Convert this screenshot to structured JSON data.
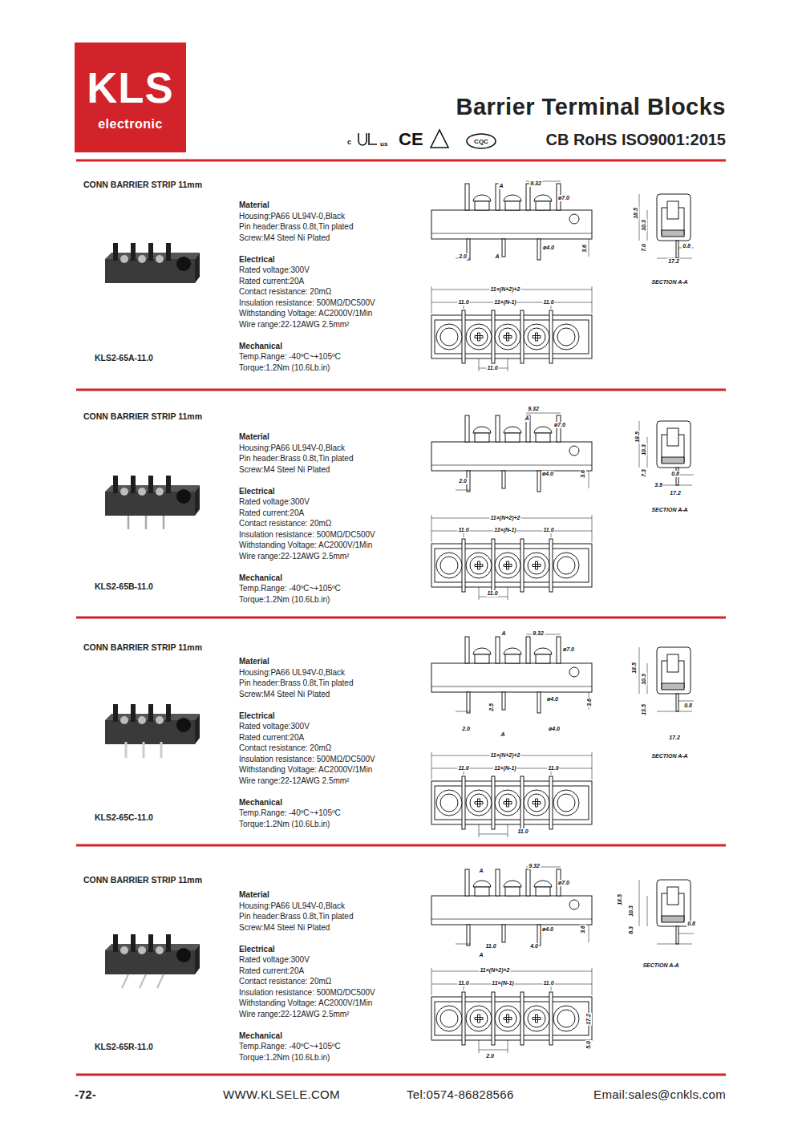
{
  "diagram": {
    "title": "Barrier Terminal Blocks",
    "nodes": [
      {
        "text": [
          "KLS",
          "electronic"
        ]
      }
    ],
    "labels": [
      "c",
      "us",
      "CE",
      "CQC",
      "CB RoHS ISO9001:2015",
      "CONN BARRIER STRIP 11mm",
      "Material",
      "Housing:PA66 UL94V-0,Black",
      "Pin header:Brass 0.8t,Tin plated",
      "Screw:M4 Steel Ni Plated",
      "Electrical",
      "Rated voltage:300V",
      "Rated current:20A",
      "Contact resistance: 20mΩ",
      "Insulation resistance: 500MΩ/DC500V",
      "Withstanding Voltage: AC2000V/1Min",
      "Wire range:22-12AWG  2.5mm²",
      "Mechanical",
      "Temp.Range: -40ºC~+105ºC",
      "Torque:1.2Nm (10.6Lb.in)",
      "KLS2-65A-11.0",
      "A",
      "9.32",
      "ø7.0",
      "ø4.0",
      "3.6",
      "2.0",
      "A",
      "18.5",
      "10.3",
      "7.0",
      "0.8",
      "17.2",
      "SECTION A-A",
      "11×(N+2)+2",
      "11.0",
      "11×(N-1)",
      "11.0",
      "11.0",
      "CONN BARRIER STRIP 11mm",
      "Material",
      "Housing:PA66 UL94V-0,Black",
      "Pin header:Brass 0.8t,Tin plated",
      "Screw:M4 Steel Ni Plated",
      "Electrical",
      "Rated voltage:300V",
      "Rated current:20A",
      "Contact resistance: 20mΩ",
      "Insulation resistance: 500MΩ/DC500V",
      "Withstanding Voltage: AC2000V/1Min",
      "Wire range:22-12AWG  2.5mm²",
      "Mechanical",
      "Temp.Range: -40ºC~+105ºC",
      "Torque:1.2Nm (10.6Lb.in)",
      "KLS2-65B-11.0",
      "9.32",
      "A",
      "ø7.0",
      "ø4.0",
      "3.6",
      "2.0",
      "18.5",
      "10.3",
      "7.3",
      "0.8",
      "3.9",
      "17.2",
      "SECTION A-A",
      "11×(N+2)+2",
      "11.0",
      "11×(N-1)",
      "11.0",
      "11.0",
      "CONN BARRIER STRIP 11mm",
      "Material",
      "Housing:PA66 UL94V-0,Black",
      "Pin header:Brass 0.8t,Tin plated",
      "Screw:M4 Steel Ni Plated",
      "Electrical",
      "Rated voltage:300V",
      "Rated current:20A",
      "Contact resistance: 20mΩ",
      "Insulation resistance: 500MΩ/DC500V",
      "Withstanding Voltage: AC2000V/1Min",
      "Wire range:22-12AWG  2.5mm²",
      "Mechanical",
      "Temp.Range: -40ºC~+105ºC",
      "Torque:1.2Nm (10.6Lb.in)",
      "KLS2-65C-11.0",
      "A",
      "9.32",
      "ø7.0",
      "ø4.0",
      "2.5",
      "3.6",
      "2.0",
      "A",
      "ø4.0",
      "18.5",
      "10.3",
      "13.5",
      "0.8",
      "17.2",
      "SECTION A-A",
      "11×(N+2)+2",
      "11.0",
      "11×(N-1)",
      "11.0",
      "11.0",
      "CONN BARRIER STRIP 11mm",
      "Material",
      "Housing:PA66 UL94V-0,Black",
      "Pin header:Brass 0.8t,Tin plated",
      "Screw:M4 Steel Ni Plated",
      "Electrical",
      "Rated voltage:300V",
      "Rated current:20A",
      "Contact resistance: 20mΩ",
      "Insulation resistance: 500MΩ/DC500V",
      "Withstanding Voltage: AC2000V/1Min",
      "Wire range:22-12AWG  2.5mm²",
      "Mechanical",
      "Temp.Range: -40ºC~+105ºC",
      "Torque:1.2Nm (10.6Lb.in)",
      "KLS2-65R-11.0",
      "A",
      "9.32",
      "ø7.0",
      "ø4.0",
      "3.6",
      "11.0",
      "4.0",
      "A",
      "18.5",
      "10.3",
      "6.3",
      "0.8",
      "SECTION A-A",
      "11×(N+2)+2",
      "11.0",
      "11×(N-1)",
      "11.0",
      "17.2",
      "5.0",
      "2.0",
      "-72-",
      "WWW.KLSELE.COM",
      "Tel:0574-86828566",
      "Email:sales@cnkls.com"
    ]
  }
}
